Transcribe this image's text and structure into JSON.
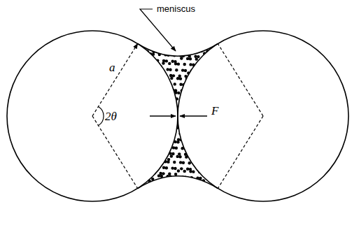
{
  "diagram": {
    "labels": [
      "meniscus",
      "a",
      "2θ",
      "F"
    ]
  }
}
